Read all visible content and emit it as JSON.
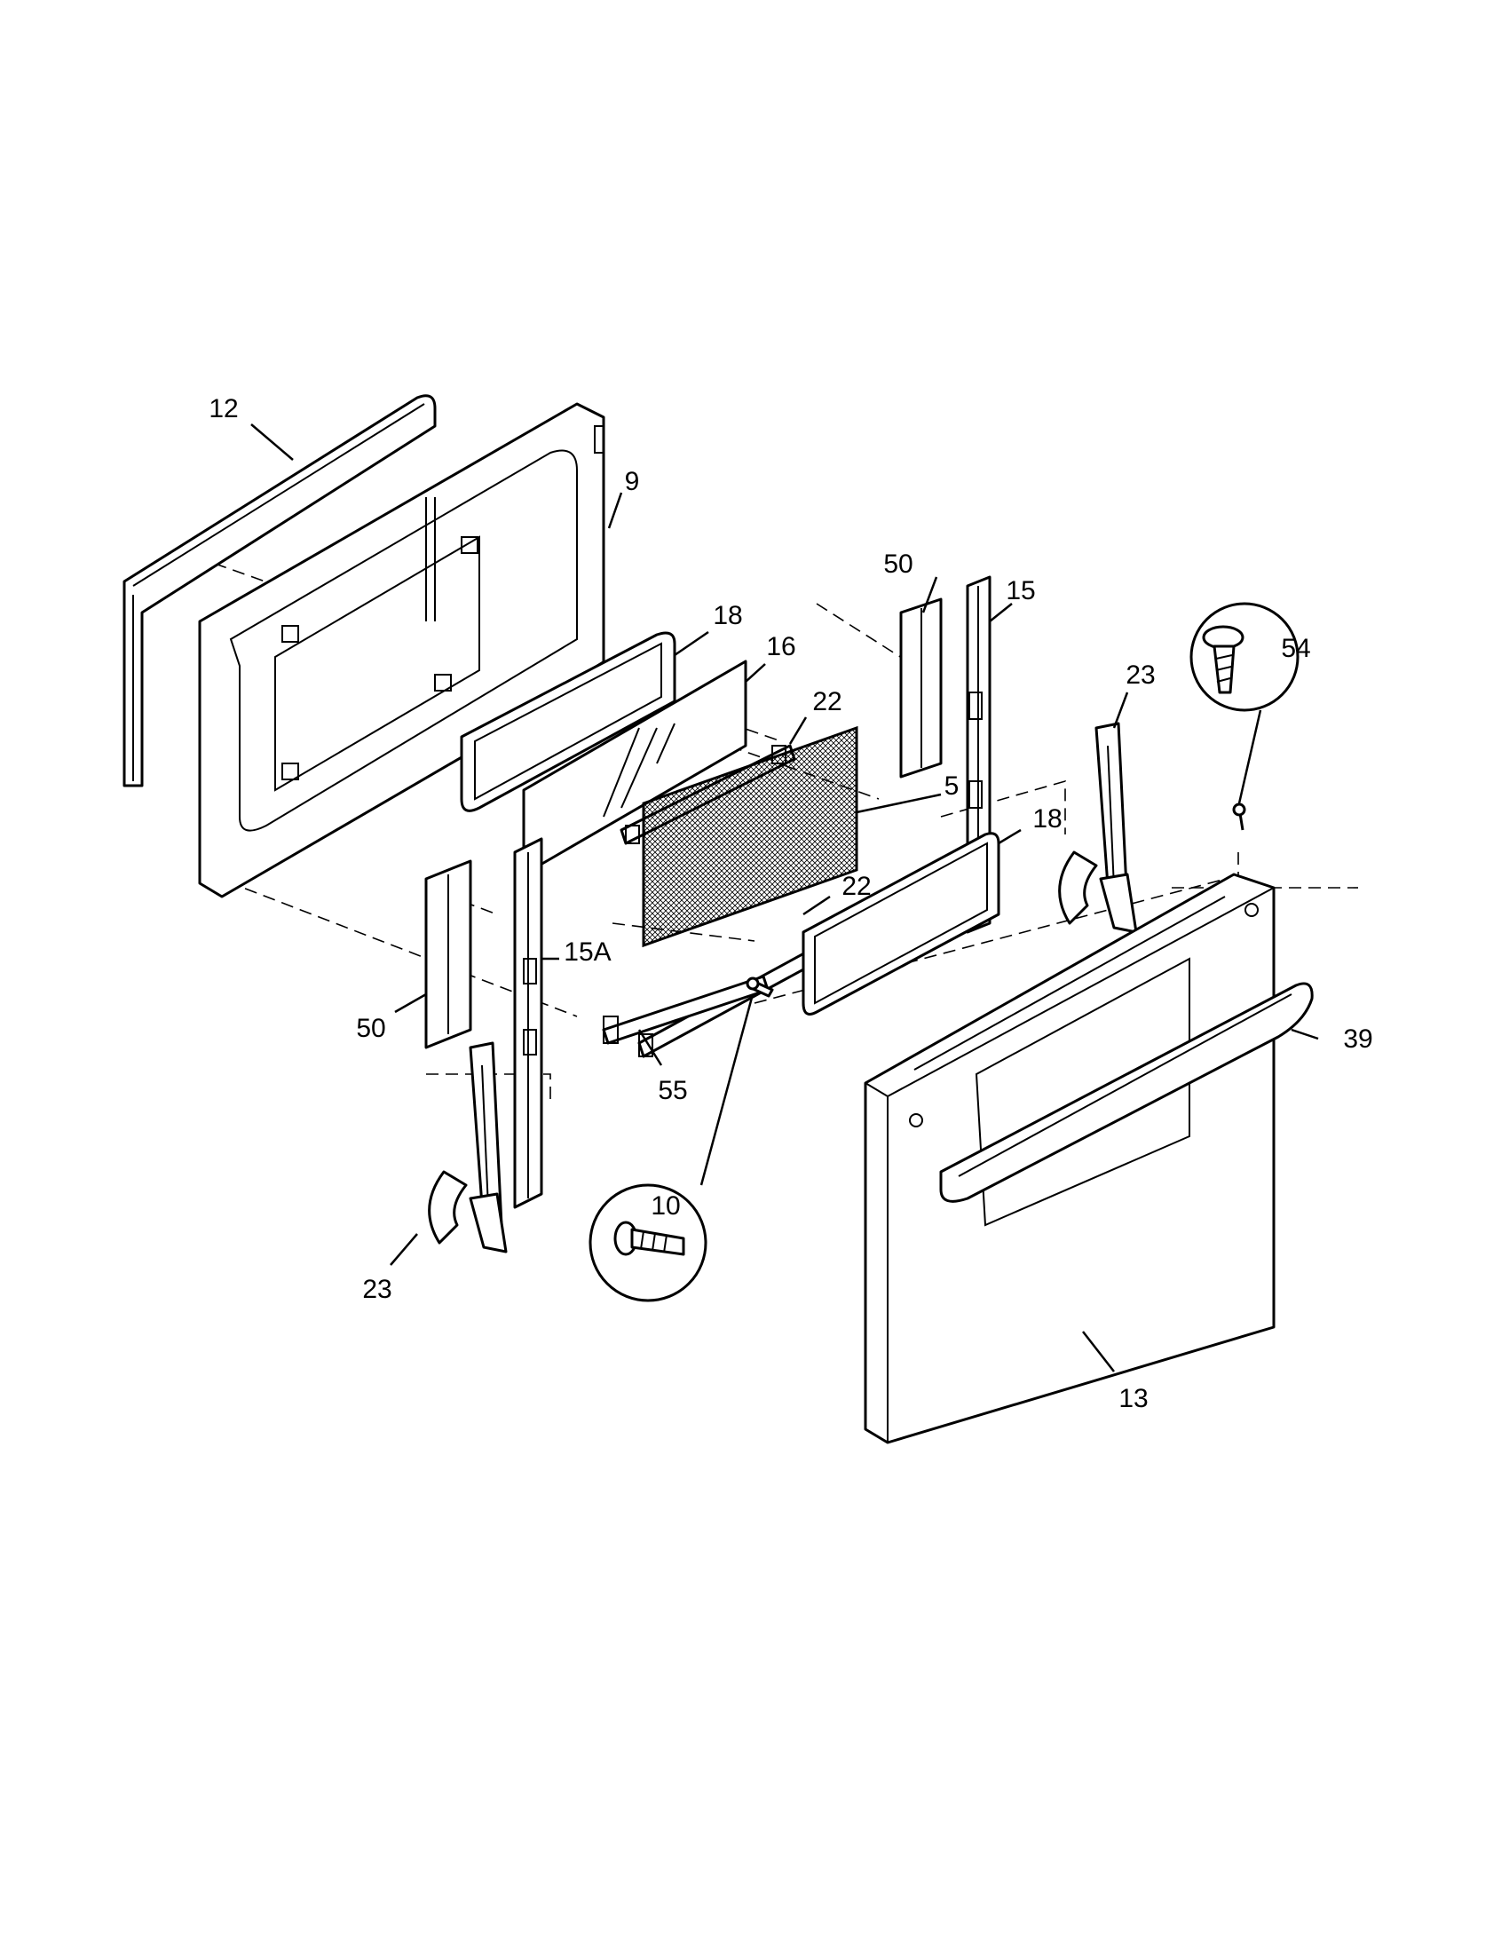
{
  "diagram": {
    "callouts": [
      {
        "id": "12",
        "label": "12"
      },
      {
        "id": "9",
        "label": "9"
      },
      {
        "id": "50a",
        "label": "50"
      },
      {
        "id": "15",
        "label": "15"
      },
      {
        "id": "18a",
        "label": "18"
      },
      {
        "id": "16",
        "label": "16"
      },
      {
        "id": "22a",
        "label": "22"
      },
      {
        "id": "5",
        "label": "5"
      },
      {
        "id": "23a",
        "label": "23"
      },
      {
        "id": "54",
        "label": "54"
      },
      {
        "id": "18b",
        "label": "18"
      },
      {
        "id": "22b",
        "label": "22"
      },
      {
        "id": "15A",
        "label": "15A"
      },
      {
        "id": "50b",
        "label": "50"
      },
      {
        "id": "39",
        "label": "39"
      },
      {
        "id": "55",
        "label": "55"
      },
      {
        "id": "10",
        "label": "10"
      },
      {
        "id": "23b",
        "label": "23"
      },
      {
        "id": "13",
        "label": "13"
      }
    ]
  }
}
